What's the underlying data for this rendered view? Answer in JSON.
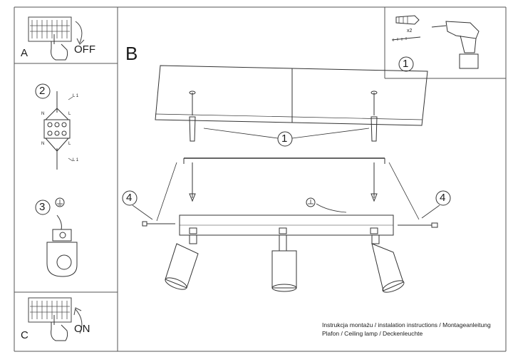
{
  "panels": {
    "a": {
      "letter": "A",
      "switch_text": "OFF"
    },
    "c": {
      "letter": "C",
      "switch_text": "ON"
    },
    "b": {
      "letter": "B"
    }
  },
  "steps": {
    "s1": "1",
    "s2": "2",
    "s3": "3",
    "s4": "4"
  },
  "wiring": {
    "n": "N",
    "l": "L",
    "l1": "L 1"
  },
  "tools": {
    "anchor_qty": "x2"
  },
  "caption": {
    "line1": "Instrukcja montażu / instalation instructions / Montageanleitung",
    "line2": "Plafon / Ceiling lamp / Deckenleuchte"
  },
  "colors": {
    "line": "#333333",
    "frame": "#555555",
    "background": "#ffffff"
  }
}
